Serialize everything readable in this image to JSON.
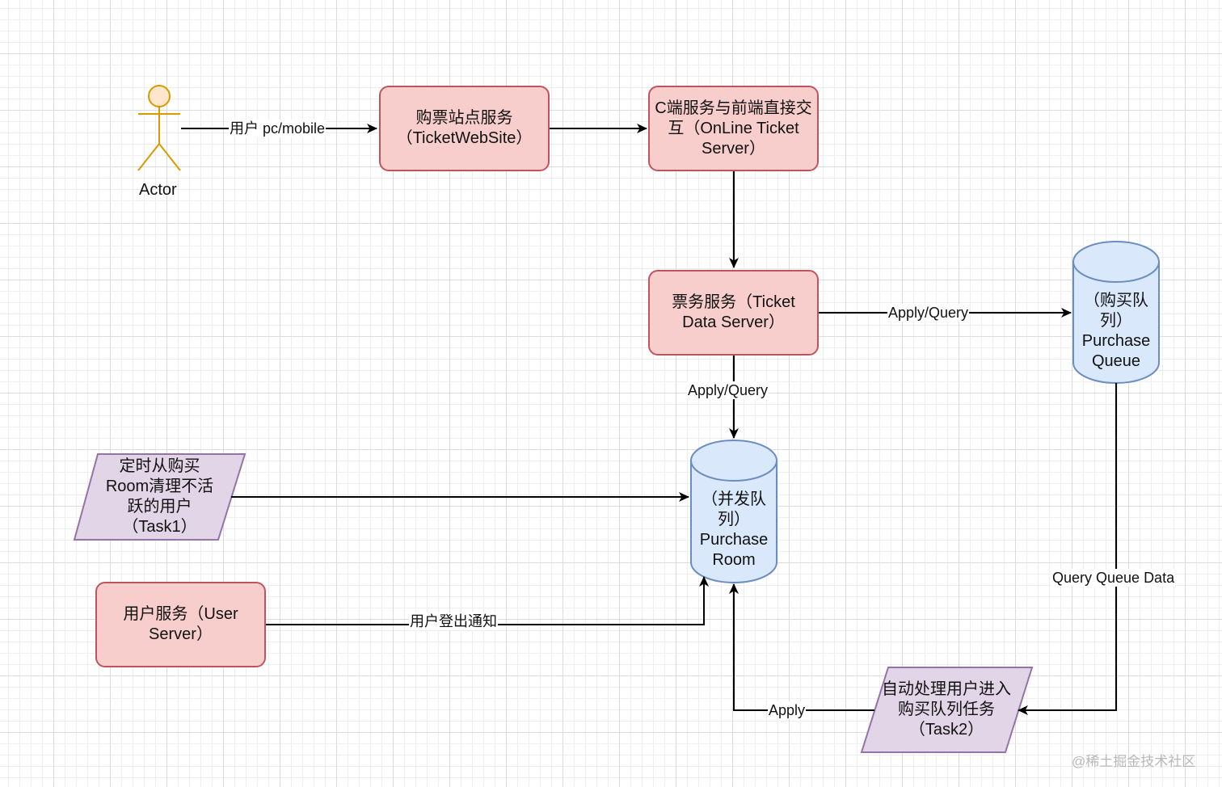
{
  "actor": {
    "label": "Actor"
  },
  "nodes": {
    "ticket_website": "购票站点服务（TicketWebSite）",
    "online_ticket_server": "C端服务与前端直接交互（OnLine Ticket Server）",
    "ticket_data_server": "票务服务（Ticket Data Server）",
    "purchase_queue": "（购买队列）Purchase Queue",
    "purchase_room": "（并发队列）Purchase Room",
    "task1": "定时从购买Room清理不活跃的用户（Task1）",
    "user_server": "用户服务（User Server）",
    "task2": "自动处理用户进入购买队列任务（Task2）"
  },
  "edge_labels": {
    "actor_to_site": "用户 pc/mobile",
    "data_to_queue": "Apply/Query",
    "data_to_room": "Apply/Query",
    "user_logout": "用户登出通知",
    "queue_data": "Query Queue Data",
    "apply": "Apply"
  },
  "watermark": "@稀土掘金技术社区",
  "colors": {
    "service_fill": "#f8cecc",
    "service_stroke": "#c0545e",
    "queue_fill": "#dae8fc",
    "queue_stroke": "#6c8ebf",
    "task_fill": "#e1d5e7",
    "task_stroke": "#9673a6",
    "actor_fill": "#ffe6cc",
    "actor_stroke": "#d79b00"
  }
}
